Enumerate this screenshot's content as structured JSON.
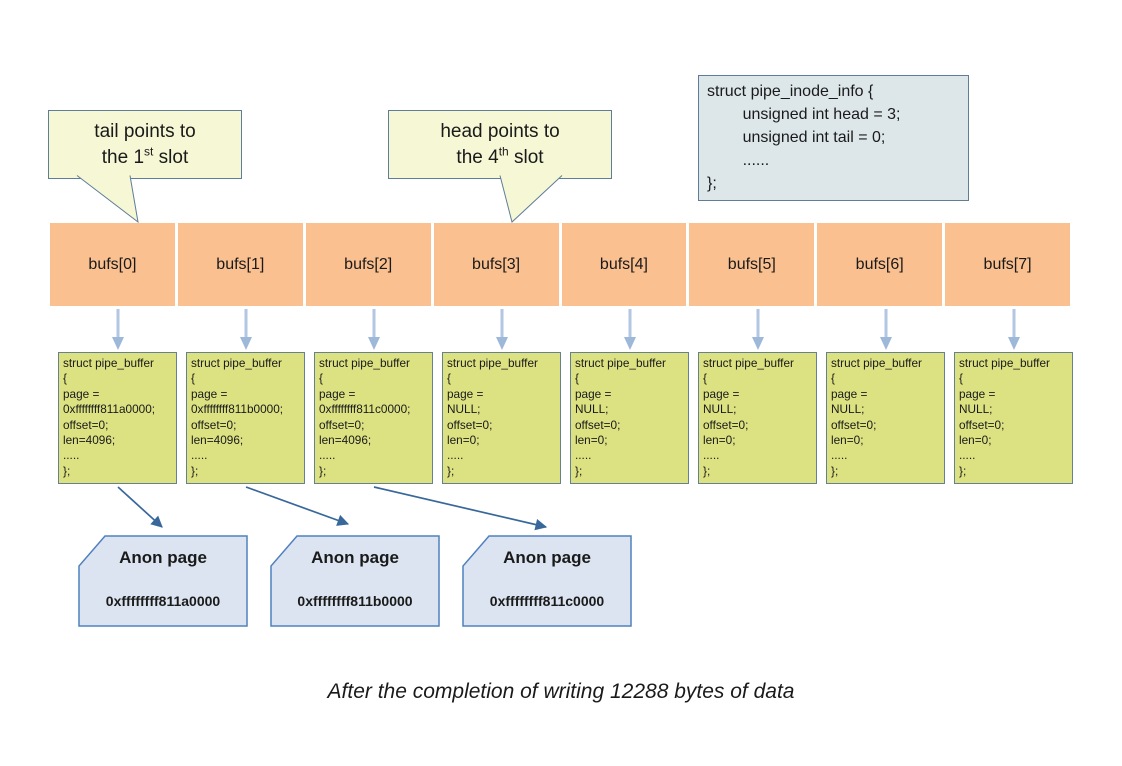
{
  "colors": {
    "slot_fill": "#fac090",
    "buffer_fill": "#dce282",
    "callout_fill": "#f6f7d4",
    "inode_fill": "#dde7ea",
    "anon_fill": "#dbe4f0",
    "border_slate": "#5f7d99",
    "anon_border": "#4f81bd",
    "arrow_dark": "#38689b",
    "arrow_light": "#9db8d8"
  },
  "callouts": {
    "tail": {
      "line1": "tail points to",
      "line2_pre": "the 1",
      "line2_sup": "st",
      "line2_post": " slot"
    },
    "head": {
      "line1": "head points to",
      "line2_pre": "the 4",
      "line2_sup": "th",
      "line2_post": " slot"
    }
  },
  "pipe_inode_info": {
    "lines": [
      "struct pipe_inode_info {",
      "        unsigned int head = 3;",
      "        unsigned int tail = 0;",
      "        ......",
      "};"
    ]
  },
  "ring": {
    "slots": [
      "bufs[0]",
      "bufs[1]",
      "bufs[2]",
      "bufs[3]",
      "bufs[4]",
      "bufs[5]",
      "bufs[6]",
      "bufs[7]"
    ]
  },
  "pipe_buffers": [
    {
      "lines": [
        "struct pipe_buffer",
        "{",
        "page =",
        "0xffffffff811a0000;",
        "offset=0;",
        "len=4096;",
        ".....",
        "};"
      ]
    },
    {
      "lines": [
        "struct pipe_buffer",
        "{",
        "page =",
        "0xffffffff811b0000;",
        "offset=0;",
        "len=4096;",
        ".....",
        "};"
      ]
    },
    {
      "lines": [
        "struct pipe_buffer",
        "{",
        "page =",
        "0xffffffff811c0000;",
        "offset=0;",
        "len=4096;",
        ".....",
        "};"
      ]
    },
    {
      "lines": [
        "struct pipe_buffer",
        "{",
        "page =",
        "NULL;",
        "offset=0;",
        "len=0;",
        ".....",
        "};"
      ]
    },
    {
      "lines": [
        "struct pipe_buffer",
        "{",
        "page =",
        "NULL;",
        "offset=0;",
        "len=0;",
        ".....",
        "};"
      ]
    },
    {
      "lines": [
        "struct pipe_buffer",
        "{",
        "page =",
        "NULL;",
        "offset=0;",
        "len=0;",
        ".....",
        "};"
      ]
    },
    {
      "lines": [
        "struct pipe_buffer",
        "{",
        "page =",
        "NULL;",
        "offset=0;",
        "len=0;",
        ".....",
        "};"
      ]
    },
    {
      "lines": [
        "struct pipe_buffer",
        "{",
        "page =",
        "NULL;",
        "offset=0;",
        "len=0;",
        ".....",
        "};"
      ]
    }
  ],
  "anon_pages": [
    {
      "title": "Anon page",
      "address": "0xffffffff811a0000"
    },
    {
      "title": "Anon page",
      "address": "0xffffffff811b0000"
    },
    {
      "title": "Anon page",
      "address": "0xffffffff811c0000"
    }
  ],
  "caption": "After the completion of writing 12288 bytes of data"
}
